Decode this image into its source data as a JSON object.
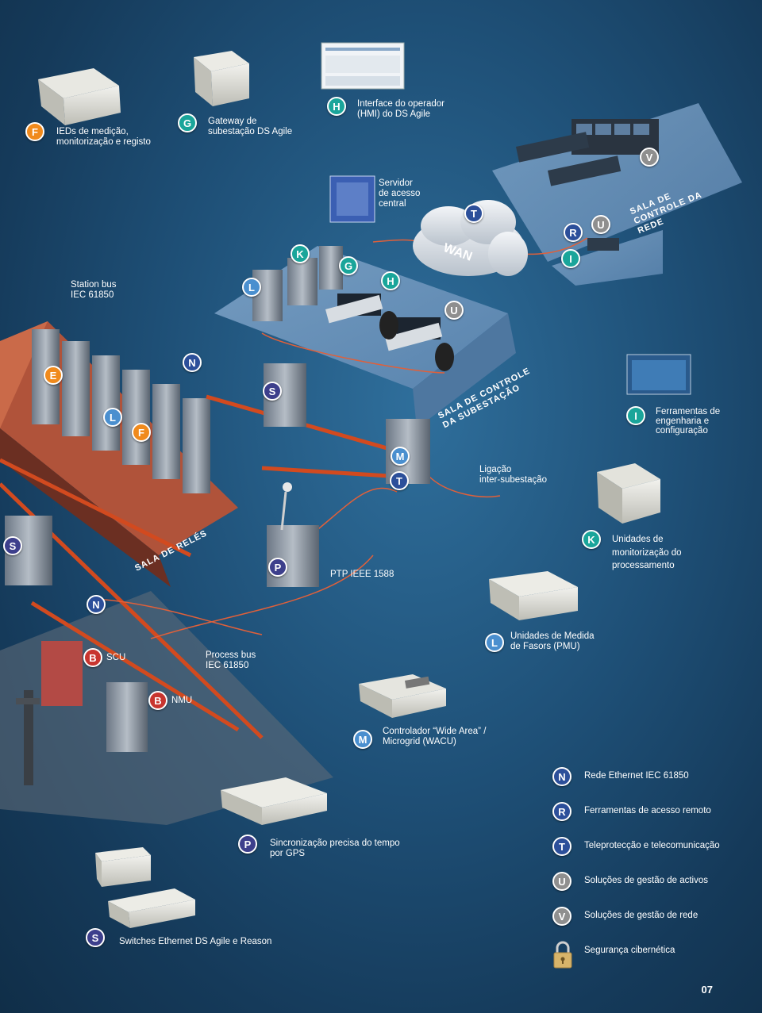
{
  "callouts": {
    "F_top": {
      "badge": "F",
      "color": "#f08a1c",
      "text": "IEDs de medição,\nmonitorização e registo"
    },
    "G_top": {
      "badge": "G",
      "color": "#1aa59a",
      "text": "Gateway de\nsubestação DS Agile"
    },
    "H_top": {
      "badge": "H",
      "color": "#1aa59a",
      "text": "Interface do operador\n(HMI) do DS Agile"
    },
    "server": {
      "text": "Servidor\nde acesso\ncentral"
    },
    "station_bus": {
      "text": "Station bus\nIEC 61850"
    },
    "I_right": {
      "badge": "I",
      "color": "#1aa59a",
      "text": "Ferramentas de\nengenharia e\nconfiguração"
    },
    "link": {
      "text": "Ligação\ninter-subestação"
    },
    "K_right": {
      "badge": "K",
      "color": "#1aa59a",
      "text": "Unidades de\nmonitorização do\nprocessamento"
    },
    "ptp": {
      "text": "PTP IEEE 1588"
    },
    "L_right": {
      "badge": "L",
      "color": "#4a8fcf",
      "text": "Unidades de Medida\nde Fasors (PMU)"
    },
    "scu": {
      "badge": "B",
      "color": "#c8352f",
      "text": "SCU"
    },
    "process_bus": {
      "text": "Process bus\nIEC 61850"
    },
    "nmu": {
      "badge": "B",
      "color": "#c8352f",
      "text": "NMU"
    },
    "M_right": {
      "badge": "M",
      "color": "#4a8fcf",
      "text": "Controlador “Wide Area” /\nMicrogrid (WACU)"
    },
    "P_bottom": {
      "badge": "P",
      "color": "#3d3f8c",
      "text": "Sincronização precisa do tempo\npor GPS"
    },
    "S_bottom": {
      "badge": "S",
      "color": "#3d3f8c",
      "text": "Switches Ethernet DS Agile e Reason"
    }
  },
  "scene_badges": {
    "V": "V",
    "T_wan": "T",
    "R": "R",
    "U_net": "U",
    "I_net": "I",
    "K": "K",
    "G": "G",
    "H": "H",
    "L_stn": "L",
    "U_stn": "U",
    "N_top": "N",
    "E": "E",
    "S_relay": "S",
    "L_relay": "L",
    "F_relay": "F",
    "M_cab": "M",
    "T_cab": "T",
    "S_left": "S",
    "P_cab": "P",
    "N_mid": "N"
  },
  "room_labels": {
    "wan": "WAN",
    "network_control": "SALA DE\nCONTROLE DA\nREDE",
    "substation_control": "SALA DE CONTROLE\nDA SUBESTAÇÃO",
    "relay_room": "SALA DE RELÉS"
  },
  "legend": [
    {
      "badge": "N",
      "color": "#2c4f9a",
      "text": "Rede Ethernet IEC 61850"
    },
    {
      "badge": "R",
      "color": "#2c4f9a",
      "text": "Ferramentas de acesso remoto"
    },
    {
      "badge": "T",
      "color": "#2c4f9a",
      "text": "Teleprotecção e telecomunicação"
    },
    {
      "badge": "U",
      "color": "#8f8f8f",
      "text": "Soluções de gestão de activos"
    },
    {
      "badge": "V",
      "color": "#8f8f8f",
      "text": "Soluções de gestão de rede"
    },
    {
      "icon": "padlock-icon",
      "text": "Segurança cibernética"
    }
  ],
  "page_number": "07"
}
